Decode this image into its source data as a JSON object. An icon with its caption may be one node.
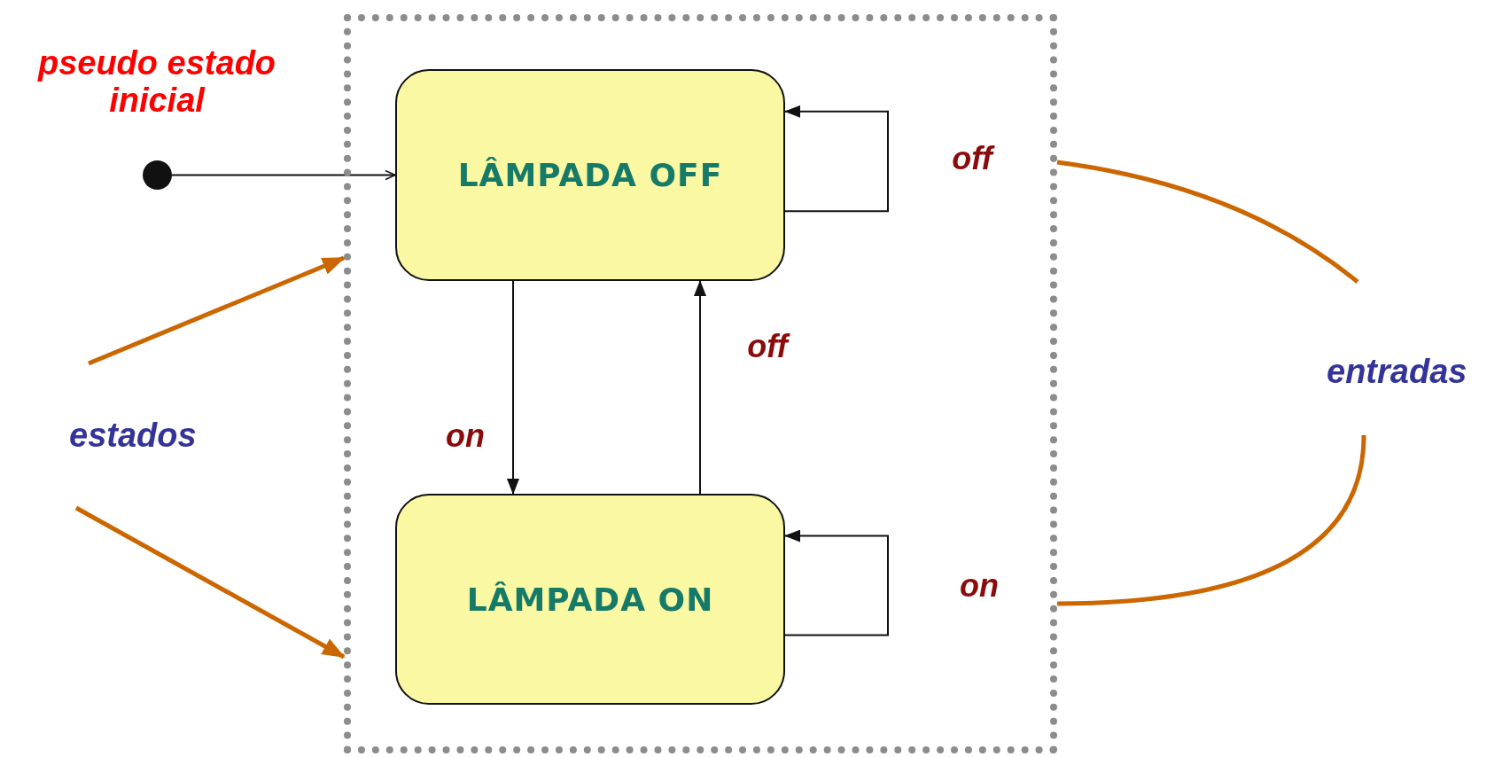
{
  "diagram": {
    "nodes": [
      {
        "text": [],
        "shape": "box"
      },
      {
        "text": [
          "LÂMPADA OFF"
        ],
        "in": 0
      },
      {
        "text": [
          "LÂMPADA ON"
        ],
        "in": 0
      },
      {
        "text": [],
        "shape": "circle",
        "beside": [
          "pseudo estado inicial"
        ]
      },
      {
        "text": [
          "estados"
        ]
      },
      {
        "text": [
          "entradas"
        ]
      }
    ],
    "edges": [
      {
        "from": 3,
        "to": 1,
        "arrow": "to"
      },
      {
        "from": 1,
        "to": 1,
        "arrow": "to",
        "label": "off"
      },
      {
        "from": 1,
        "to": 2,
        "arrow": "to",
        "label": "on"
      },
      {
        "from": 2,
        "to": 1,
        "arrow": "to",
        "label": "off"
      },
      {
        "from": 2,
        "to": 2,
        "arrow": "to",
        "label": "on"
      },
      {
        "from": 4,
        "to": 0,
        "arrow": "to",
        "style": "thick",
        "color": "#cc6600"
      },
      {
        "from": 4,
        "to": 0,
        "arrow": "to",
        "style": "thick",
        "color": "#cc6600"
      },
      {
        "from": 5,
        "to": 0,
        "arrow": "none",
        "style": "thick",
        "color": "#cc6600"
      },
      {
        "from": 5,
        "to": 0,
        "arrow": "none",
        "style": "thick",
        "color": "#cc6600"
      }
    ]
  }
}
